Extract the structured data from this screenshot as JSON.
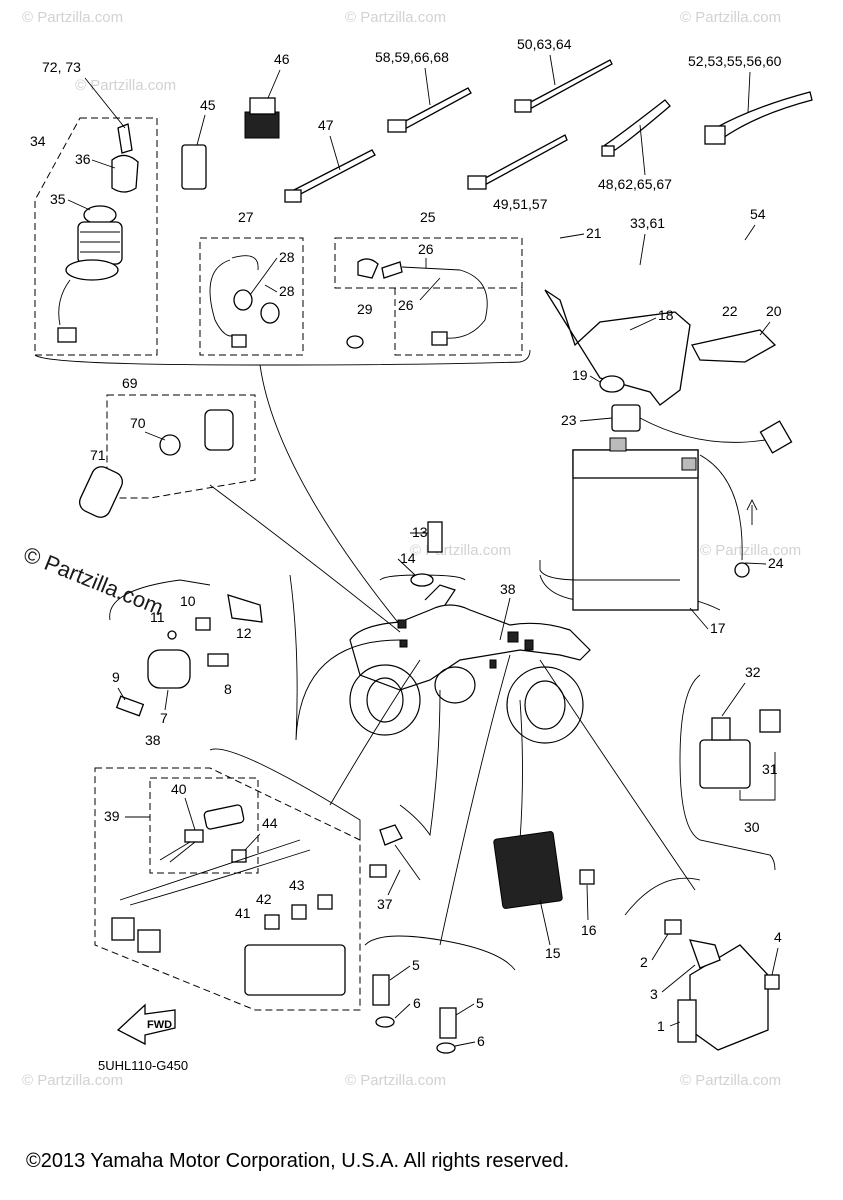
{
  "watermarks": {
    "small": "© Partzilla.com",
    "large": "© Partzilla.com"
  },
  "part_labels": {
    "l_72_73": "72, 73",
    "l_34": "34",
    "l_36": "36",
    "l_35": "35",
    "l_45": "45",
    "l_46": "46",
    "l_47": "47",
    "l_58": "58,59,66,68",
    "l_50": "50,63,64",
    "l_52": "52,53,55,56,60",
    "l_49": "49,51,57",
    "l_48": "48,62,65,67",
    "l_27": "27",
    "l_28a": "28",
    "l_28b": "28",
    "l_25": "25",
    "l_26a": "26",
    "l_26b": "26",
    "l_29": "29",
    "l_33": "33,61",
    "l_54": "54",
    "l_21": "21",
    "l_18": "18",
    "l_22": "22",
    "l_20": "20",
    "l_19": "19",
    "l_23": "23",
    "l_69": "69",
    "l_70": "70",
    "l_71": "71",
    "l_13": "13",
    "l_14": "14",
    "l_38a": "38",
    "l_24": "24",
    "l_17": "17",
    "l_10": "10",
    "l_11": "11",
    "l_12": "12",
    "l_9": "9",
    "l_8": "8",
    "l_7": "7",
    "l_32": "32",
    "l_31": "31",
    "l_30": "30",
    "l_38b": "38",
    "l_40": "40",
    "l_39": "39",
    "l_44": "44",
    "l_43": "43",
    "l_42": "42",
    "l_41": "41",
    "l_37": "37",
    "l_15": "15",
    "l_16": "16",
    "l_5a": "5",
    "l_6a": "6",
    "l_5b": "5",
    "l_6b": "6",
    "l_4": "4",
    "l_2": "2",
    "l_3": "3",
    "l_1": "1"
  },
  "fwd_label": "FWD",
  "diagram_code": "5UHL110-G450",
  "copyright": "©2013 Yamaha Motor Corporation, U.S.A. All rights reserved."
}
